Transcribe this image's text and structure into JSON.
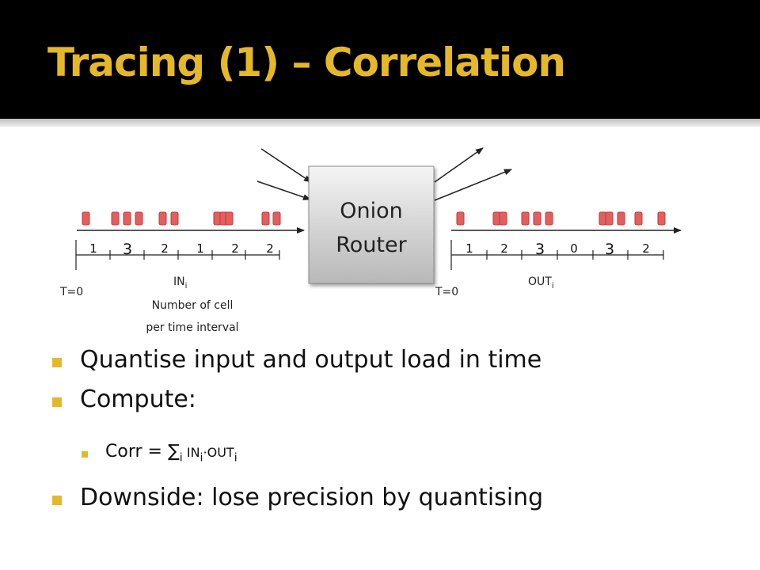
{
  "slide": {
    "title": "Tracing (1) – Correlation",
    "router_line1": "Onion",
    "router_line2": "Router",
    "input": {
      "counts": [
        "1",
        "3",
        "2",
        "1",
        "2",
        "2"
      ],
      "start_label": "T=0",
      "series_label": "IN",
      "series_sub": "i",
      "caption_line1": "Number of cell",
      "caption_line2": "per time interval"
    },
    "output": {
      "counts": [
        "1",
        "2",
        "3",
        "0",
        "3",
        "2"
      ],
      "start_label": "T=0",
      "series_label": "OUT",
      "series_sub": "i"
    },
    "bullets": [
      {
        "text": "Quantise input and output load in time"
      },
      {
        "text": "Compute:"
      },
      {
        "prefix": "Corr = ∑",
        "sub1": "i",
        "mid1": " IN",
        "sub2": "i",
        "mid2": "·OUT",
        "sub3": "i"
      },
      {
        "text": "Downside: lose precision by quantising"
      }
    ],
    "colors": {
      "title": "#e5b82a",
      "bullet": "#e5b82a",
      "cell": "#e06060",
      "header": "#000000"
    }
  }
}
